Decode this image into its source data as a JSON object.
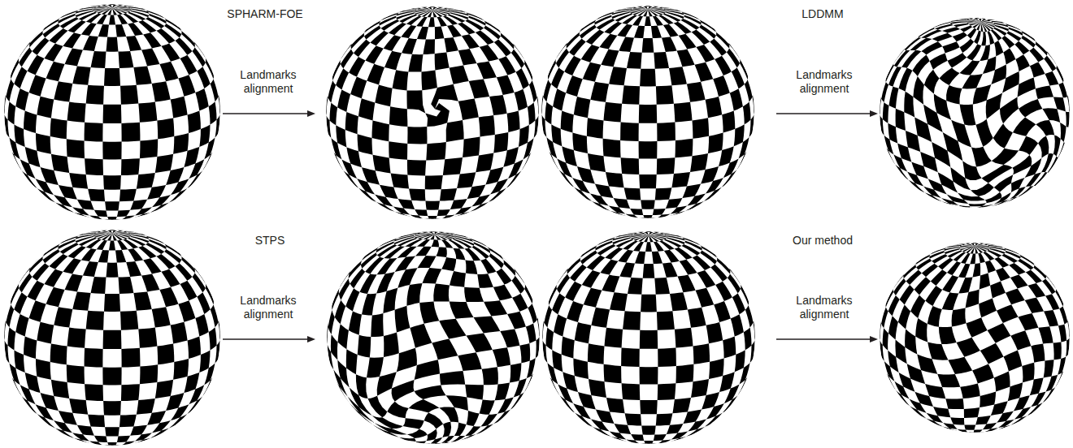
{
  "diagram": {
    "labels": [
      "SPHARM-FOE",
      "Landmarks alignment",
      "LDDMM",
      "Landmarks alignment",
      "STPS",
      "Landmarks alignment",
      "Our method",
      "Landmarks alignment"
    ]
  }
}
